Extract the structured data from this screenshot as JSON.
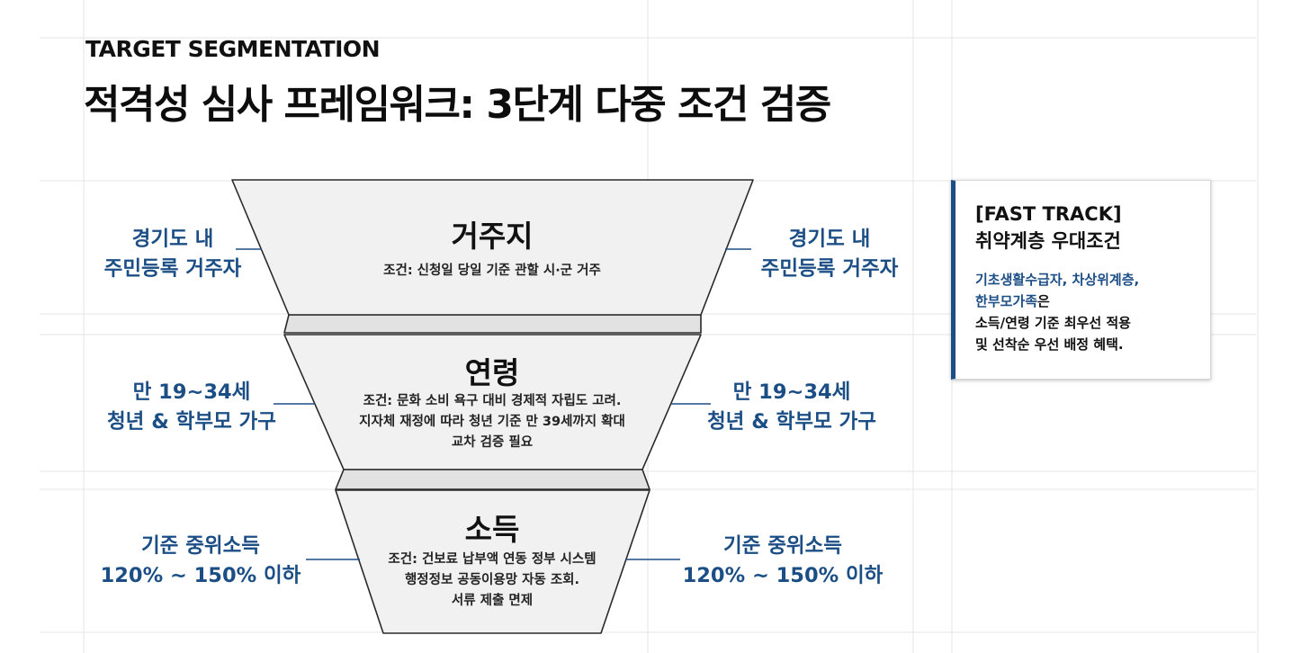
{
  "eyebrow": "TARGET SEGMENTATION",
  "title": "적격성 심사 프레임워크: 3단계 다중 조건 검증",
  "colors": {
    "accent": "#1c4e86",
    "funnel_fill": "#f1f1f1",
    "funnel_connector": "#e2e2e2",
    "funnel_stroke": "#2a2a2a",
    "grid": "#e4e4e4"
  },
  "stages": [
    {
      "title": "거주지",
      "condition": "조건: 신청일 당일 기준 관할 시·군 거주",
      "left_label": "경기도 내\n주민등록 거주자",
      "right_label": "경기도 내\n주민등록 거주자"
    },
    {
      "title": "연령",
      "condition": "조건: 문화 소비 욕구 대비 경제적 자립도 고려.\n지자체 재정에 따라 청년 기준 만 39세까지 확대\n교차 검증 필요",
      "left_label": "만 19~34세\n청년 & 학부모 가구",
      "right_label": "만 19~34세\n청년 & 학부모 가구"
    },
    {
      "title": "소득",
      "condition": "조건: 건보료 납부액 연동 정부 시스템\n행정정보 공동이용망 자동 조회.\n서류 제출 면제",
      "left_label": "기준 중위소득\n120% ~ 150% 이하",
      "right_label": "기준 중위소득\n120% ~ 150% 이하"
    }
  ],
  "fast_track": {
    "tag": "[FAST TRACK]",
    "subtitle": "취약계층 우대조건",
    "highlight": "기초생활수급자, 차상위계층,\n한부모가족",
    "highlight_suffix": "은",
    "body": "소득/연령 기준 최우선 적용\n및 선착순 우선 배정 혜택."
  }
}
